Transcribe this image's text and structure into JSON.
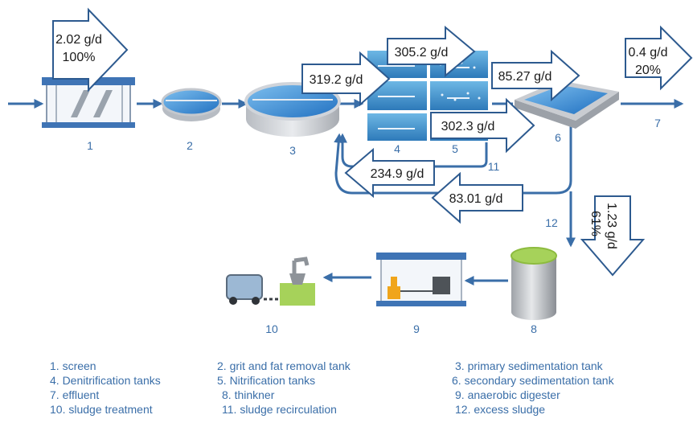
{
  "flows": {
    "input": {
      "value": "2.02 g/d",
      "percent": "100%"
    },
    "to_tanks": "319.2 g/d",
    "nitrification": "305.2 g/d",
    "to_secondary": "85.27 g/d",
    "effluent": {
      "value": "0.4 g/d",
      "percent": "20%"
    },
    "internal_recirc": "302.3 g/d",
    "recirc_back": "234.9 g/d",
    "return_sludge": "83.01 g/d",
    "excess": {
      "value": "1.23 g/d",
      "percent": "61%"
    }
  },
  "unit_numbers": [
    "1",
    "2",
    "3",
    "4",
    "5",
    "6",
    "7",
    "8",
    "9",
    "10",
    "11",
    "12"
  ],
  "legend": [
    "1. screen",
    "2. grit and fat removal tank",
    "3. primary sedimentation tank",
    "4. Denitrification tanks",
    "5. Nitrification tanks",
    "6. secondary sedimentation tank",
    "7. effluent",
    "8. thinkner",
    "9. anaerobic digester",
    "10. sludge treatment",
    "11. sludge recirculation",
    "12. excess sludge"
  ],
  "colors": {
    "line": "#3a6ea8",
    "arrow_stroke": "#2d5a8f",
    "water_blue": "#3b8fd8",
    "label_text": "#1a1a1a",
    "number_text": "#3a6ea8"
  }
}
